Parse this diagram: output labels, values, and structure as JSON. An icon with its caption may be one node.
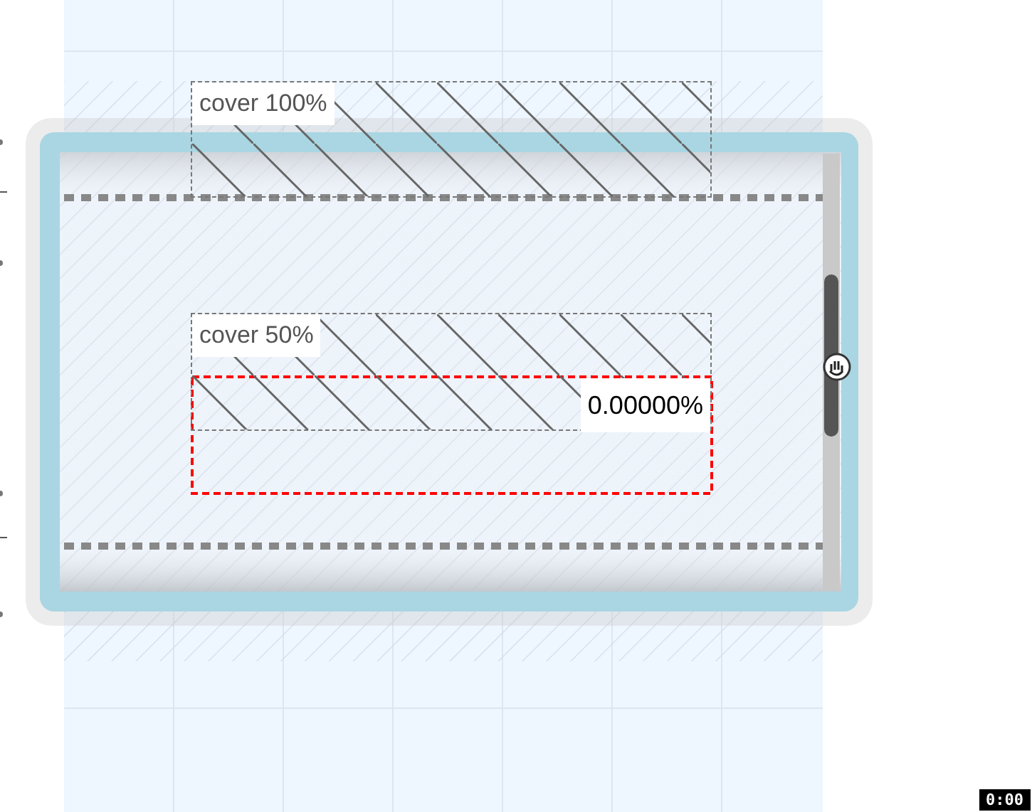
{
  "diagram": {
    "nodes": [
      {
        "text": [
          "cover 100%"
        ]
      },
      {
        "text": [
          "cover 50%",
          "0.00000%"
        ]
      }
    ],
    "labels": [
      "0:00"
    ]
  }
}
